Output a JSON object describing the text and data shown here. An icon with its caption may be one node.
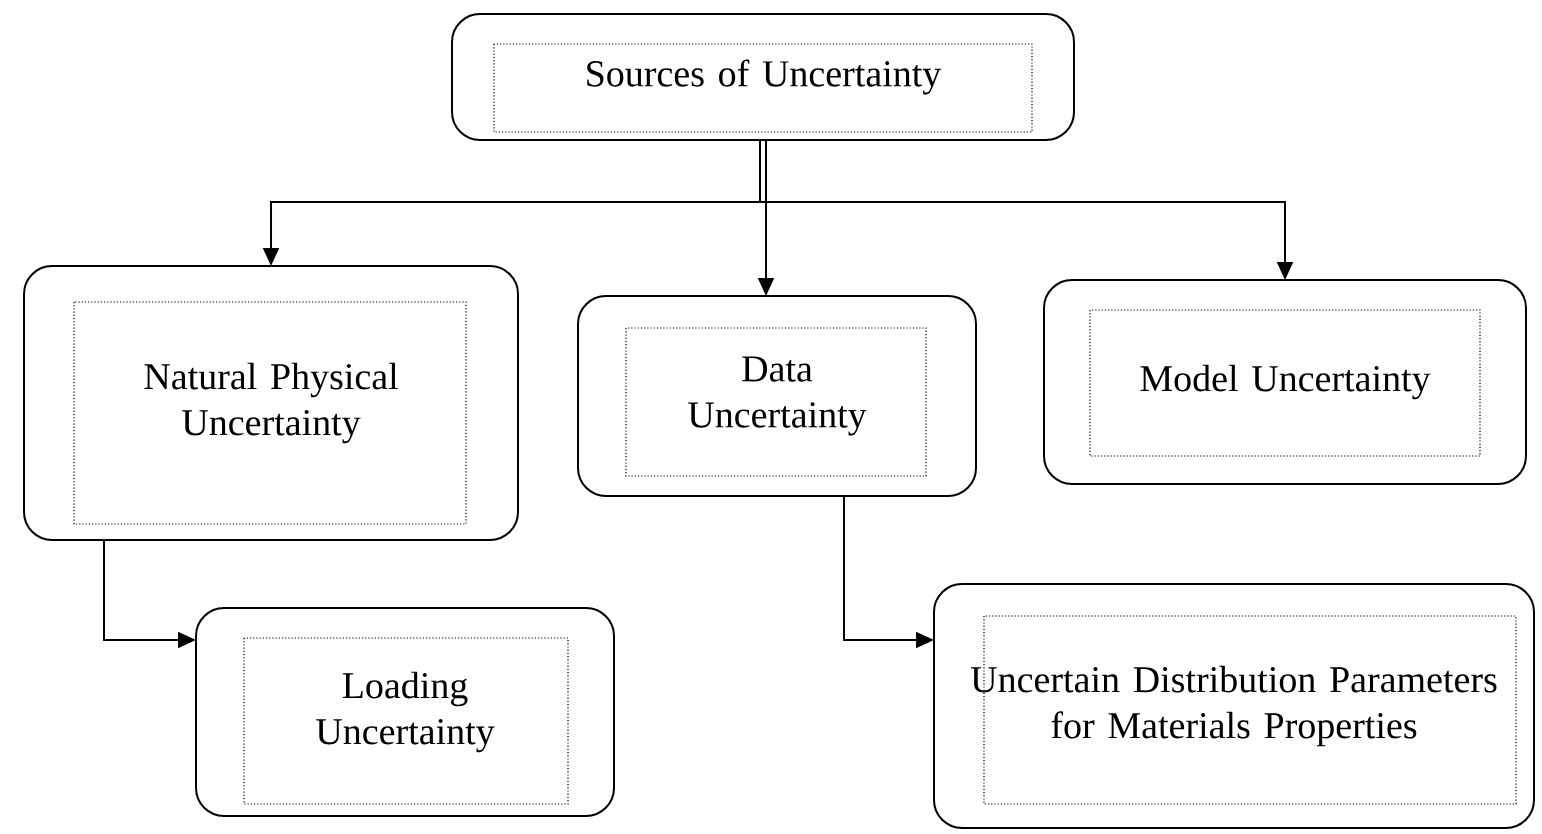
{
  "diagram": {
    "nodes": [
      {
        "text": [
          "Sources of Uncertainty"
        ]
      },
      {
        "text": [
          "Natural Physical Uncertainty"
        ]
      },
      {
        "text": [
          "Data Uncertainty"
        ]
      },
      {
        "text": [
          "Model Uncertainty"
        ]
      },
      {
        "text": [
          "Loading Uncertainty"
        ]
      },
      {
        "text": [
          "Uncertain Distribution Parameters for Materials Properties"
        ]
      }
    ],
    "edges": [
      {
        "from": 0,
        "to": 1,
        "arrow": "to"
      },
      {
        "from": 0,
        "to": 2,
        "arrow": "to"
      },
      {
        "from": 0,
        "to": 3,
        "arrow": "to"
      },
      {
        "from": 1,
        "to": 4,
        "arrow": "to"
      },
      {
        "from": 2,
        "to": 5,
        "arrow": "to"
      }
    ]
  }
}
